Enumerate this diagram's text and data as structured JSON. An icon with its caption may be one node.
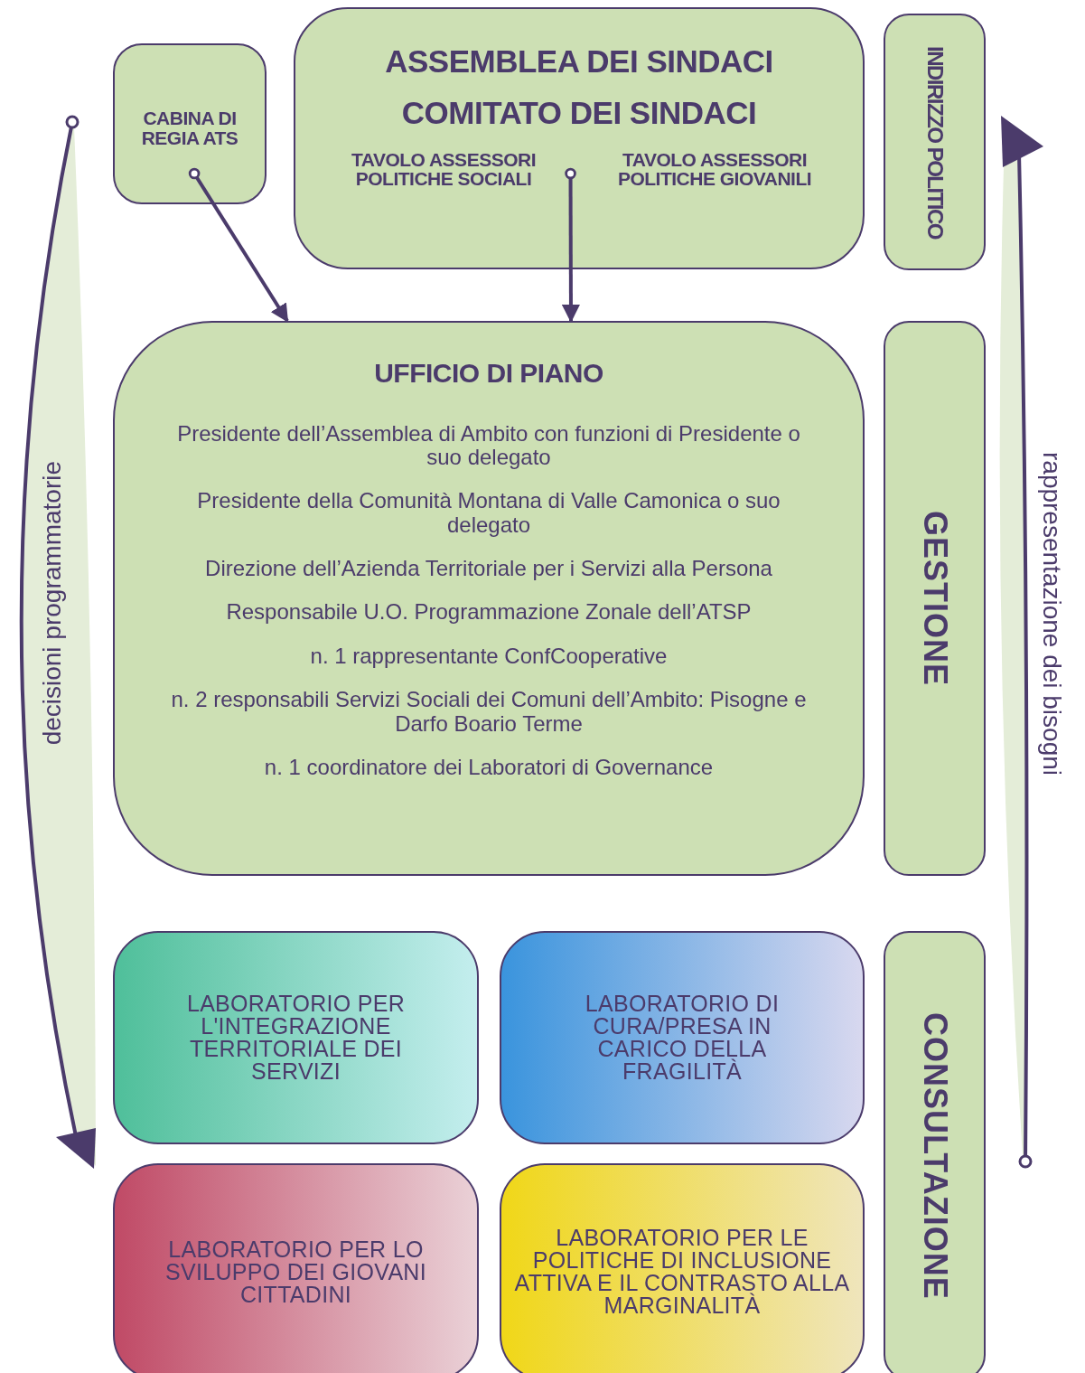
{
  "diagram": {
    "nodes": [
      {
        "text": [
          "CABINA DI REGIA ATS"
        ]
      },
      {
        "text": [
          "ASSEMBLEA DEI SINDACI",
          "COMITATO DEI SINDACI",
          "TAVOLO ASSESSORI POLITICHE SOCIALI",
          "TAVOLO ASSESSORI POLITICHE GIOVANILI"
        ]
      },
      {
        "text": [
          "INDIRIZZO POLITICO"
        ]
      },
      {
        "text": [
          "UFFICIO DI PIANO",
          "Presidente dell’Assemblea di Ambito con funzioni di Presidente o suo delegato",
          "Presidente della Comunità Montana di Valle Camonica o suo delegato",
          "Direzione dell’Azienda Territoriale per i Servizi alla Persona",
          "Responsabile U.O. Programmazione Zonale dell’ATSP",
          "n. 1 rappresentante ConfCooperative",
          "n. 2 responsabili Servizi Sociali dei Comuni dell’Ambito: Pisogne e Darfo Boario Terme",
          "n. 1 coordinatore dei Laboratori di Governance"
        ]
      },
      {
        "text": [
          "GESTIONE"
        ]
      },
      {
        "text": [
          "LABORATORIO PER L'INTEGRAZIONE TERRITORIALE DEI SERVIZI"
        ]
      },
      {
        "text": [
          "LABORATORIO DI CURA/PRESA IN CARICO DELLA FRAGILITÀ"
        ]
      },
      {
        "text": [
          "LABORATORIO PER LO SVILUPPO DEI GIOVANI CITTADINI"
        ]
      },
      {
        "text": [
          "LABORATORIO PER LE POLITICHE DI INCLUSIONE ATTIVA E IL CONTRASTO ALLA MARGINALITÀ"
        ]
      },
      {
        "text": [
          "CONSULTAZIONE"
        ]
      }
    ],
    "edges": [
      {
        "from": 0,
        "to": 3,
        "arrow": "to"
      },
      {
        "from": 1,
        "to": 3,
        "arrow": "to"
      }
    ],
    "labels": [
      "decisioni programmatorie",
      "rappresentazione dei bisogni"
    ]
  }
}
